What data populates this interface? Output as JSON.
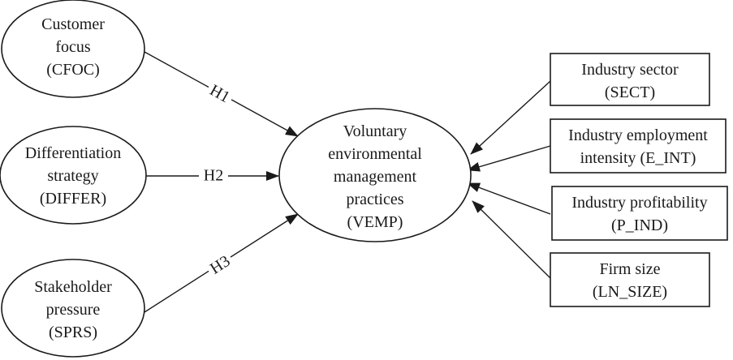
{
  "inputs": [
    {
      "lines": [
        "Customer",
        "focus",
        "(CFOC)"
      ]
    },
    {
      "lines": [
        "Differentiation",
        "strategy",
        "(DIFFER)"
      ]
    },
    {
      "lines": [
        "Stakeholder",
        "pressure",
        "(SPRS)"
      ]
    }
  ],
  "hypotheses": [
    "H1",
    "H2",
    "H3"
  ],
  "outcome": {
    "lines": [
      "Voluntary",
      "environmental",
      "management",
      "practices",
      "(VEMP)"
    ]
  },
  "controls": [
    {
      "lines": [
        "Industry sector",
        "(SECT)"
      ]
    },
    {
      "lines": [
        "Industry employment",
        "intensity (E_INT)"
      ]
    },
    {
      "lines": [
        "Industry profitability",
        "(P_IND)"
      ]
    },
    {
      "lines": [
        "Firm size",
        "(LN_SIZE)"
      ]
    }
  ]
}
